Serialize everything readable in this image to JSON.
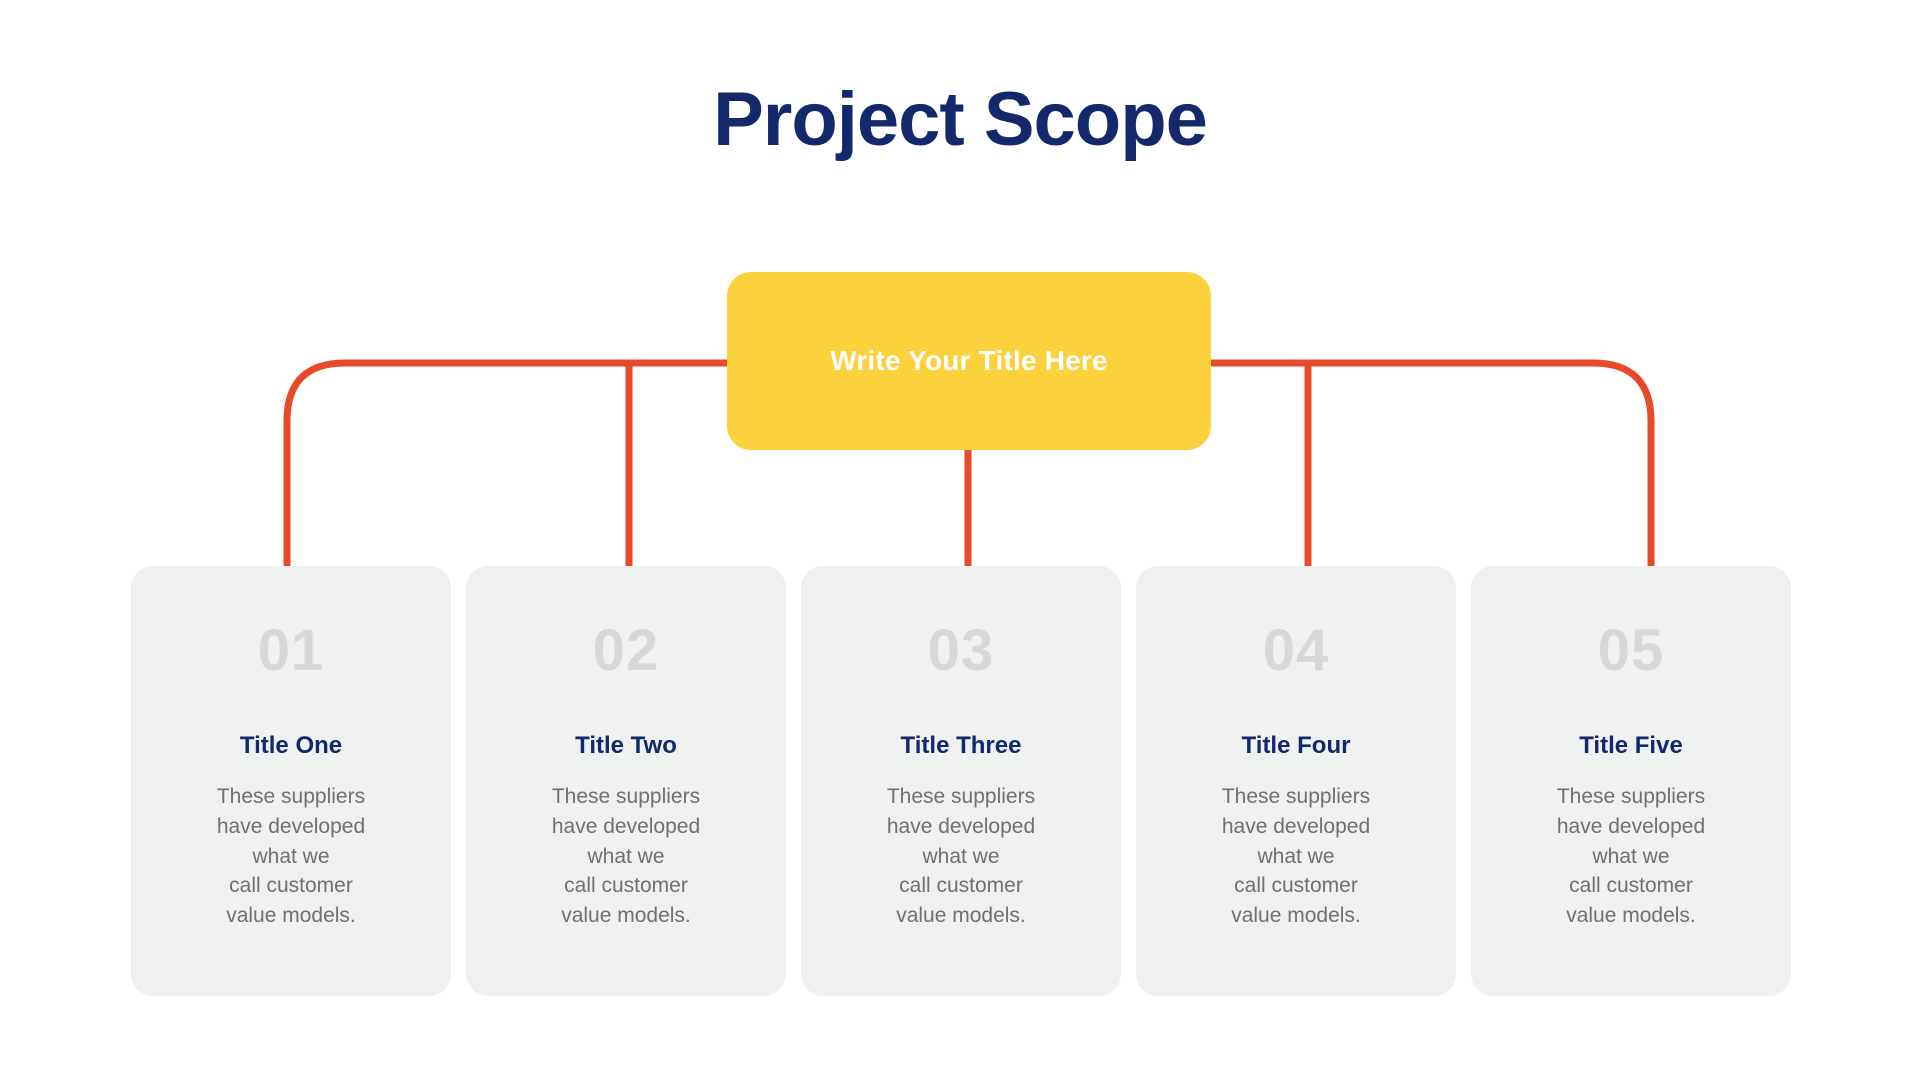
{
  "page": {
    "title": "Project Scope",
    "background_color": "#FFFFFF"
  },
  "center_node": {
    "label": "Write Your Title Here",
    "fill_color": "#FBD13D",
    "text_color": "#FFFFFF"
  },
  "connector": {
    "color": "#E8492B",
    "stroke_width": 7
  },
  "colors": {
    "title_navy": "#13296B",
    "card_background": "#EFF0F0",
    "card_number_gray": "#D6D7D8",
    "card_body_gray": "#6E7073",
    "accent_yellow": "#FBD13D",
    "accent_orange": "#E8492B"
  },
  "cards": [
    {
      "number": "01",
      "title": "Title One",
      "body": "These suppliers\nhave developed\nwhat we\ncall customer\nvalue models."
    },
    {
      "number": "02",
      "title": "Title Two",
      "body": "These suppliers\nhave developed\nwhat we\ncall customer\nvalue models."
    },
    {
      "number": "03",
      "title": "Title Three",
      "body": "These suppliers\nhave developed\nwhat we\ncall customer\nvalue models."
    },
    {
      "number": "04",
      "title": "Title Four",
      "body": "These suppliers\nhave developed\nwhat we\ncall customer\nvalue models."
    },
    {
      "number": "05",
      "title": "Title Five",
      "body": "These suppliers\nhave developed\nwhat we\ncall customer\nvalue models."
    }
  ]
}
